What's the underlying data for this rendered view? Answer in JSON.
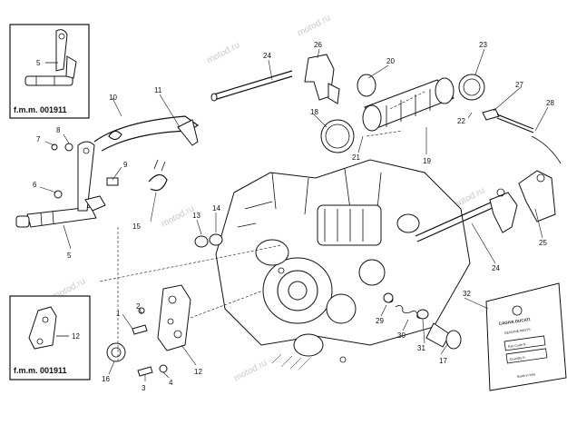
{
  "watermark": "motod.ru",
  "inset_boxes": [
    {
      "id": "top-left",
      "label": "f.m.m. 001911"
    },
    {
      "id": "bottom-left",
      "label": "f.m.m. 001911"
    }
  ],
  "callouts": [
    "1",
    "2",
    "3",
    "4",
    "5",
    "5",
    "6",
    "7",
    "8",
    "9",
    "10",
    "11",
    "12",
    "12",
    "13",
    "14",
    "15",
    "16",
    "17",
    "18",
    "19",
    "20",
    "21",
    "22",
    "23",
    "24",
    "24",
    "25",
    "26",
    "27",
    "28",
    "29",
    "30",
    "31",
    "32"
  ],
  "package": {
    "brand": "CAGIVA DUCATI",
    "subtitle": "GENUINE PARTS",
    "field1": "Part Code N",
    "field2": "Quantity N",
    "footer": "Made in Italy"
  }
}
